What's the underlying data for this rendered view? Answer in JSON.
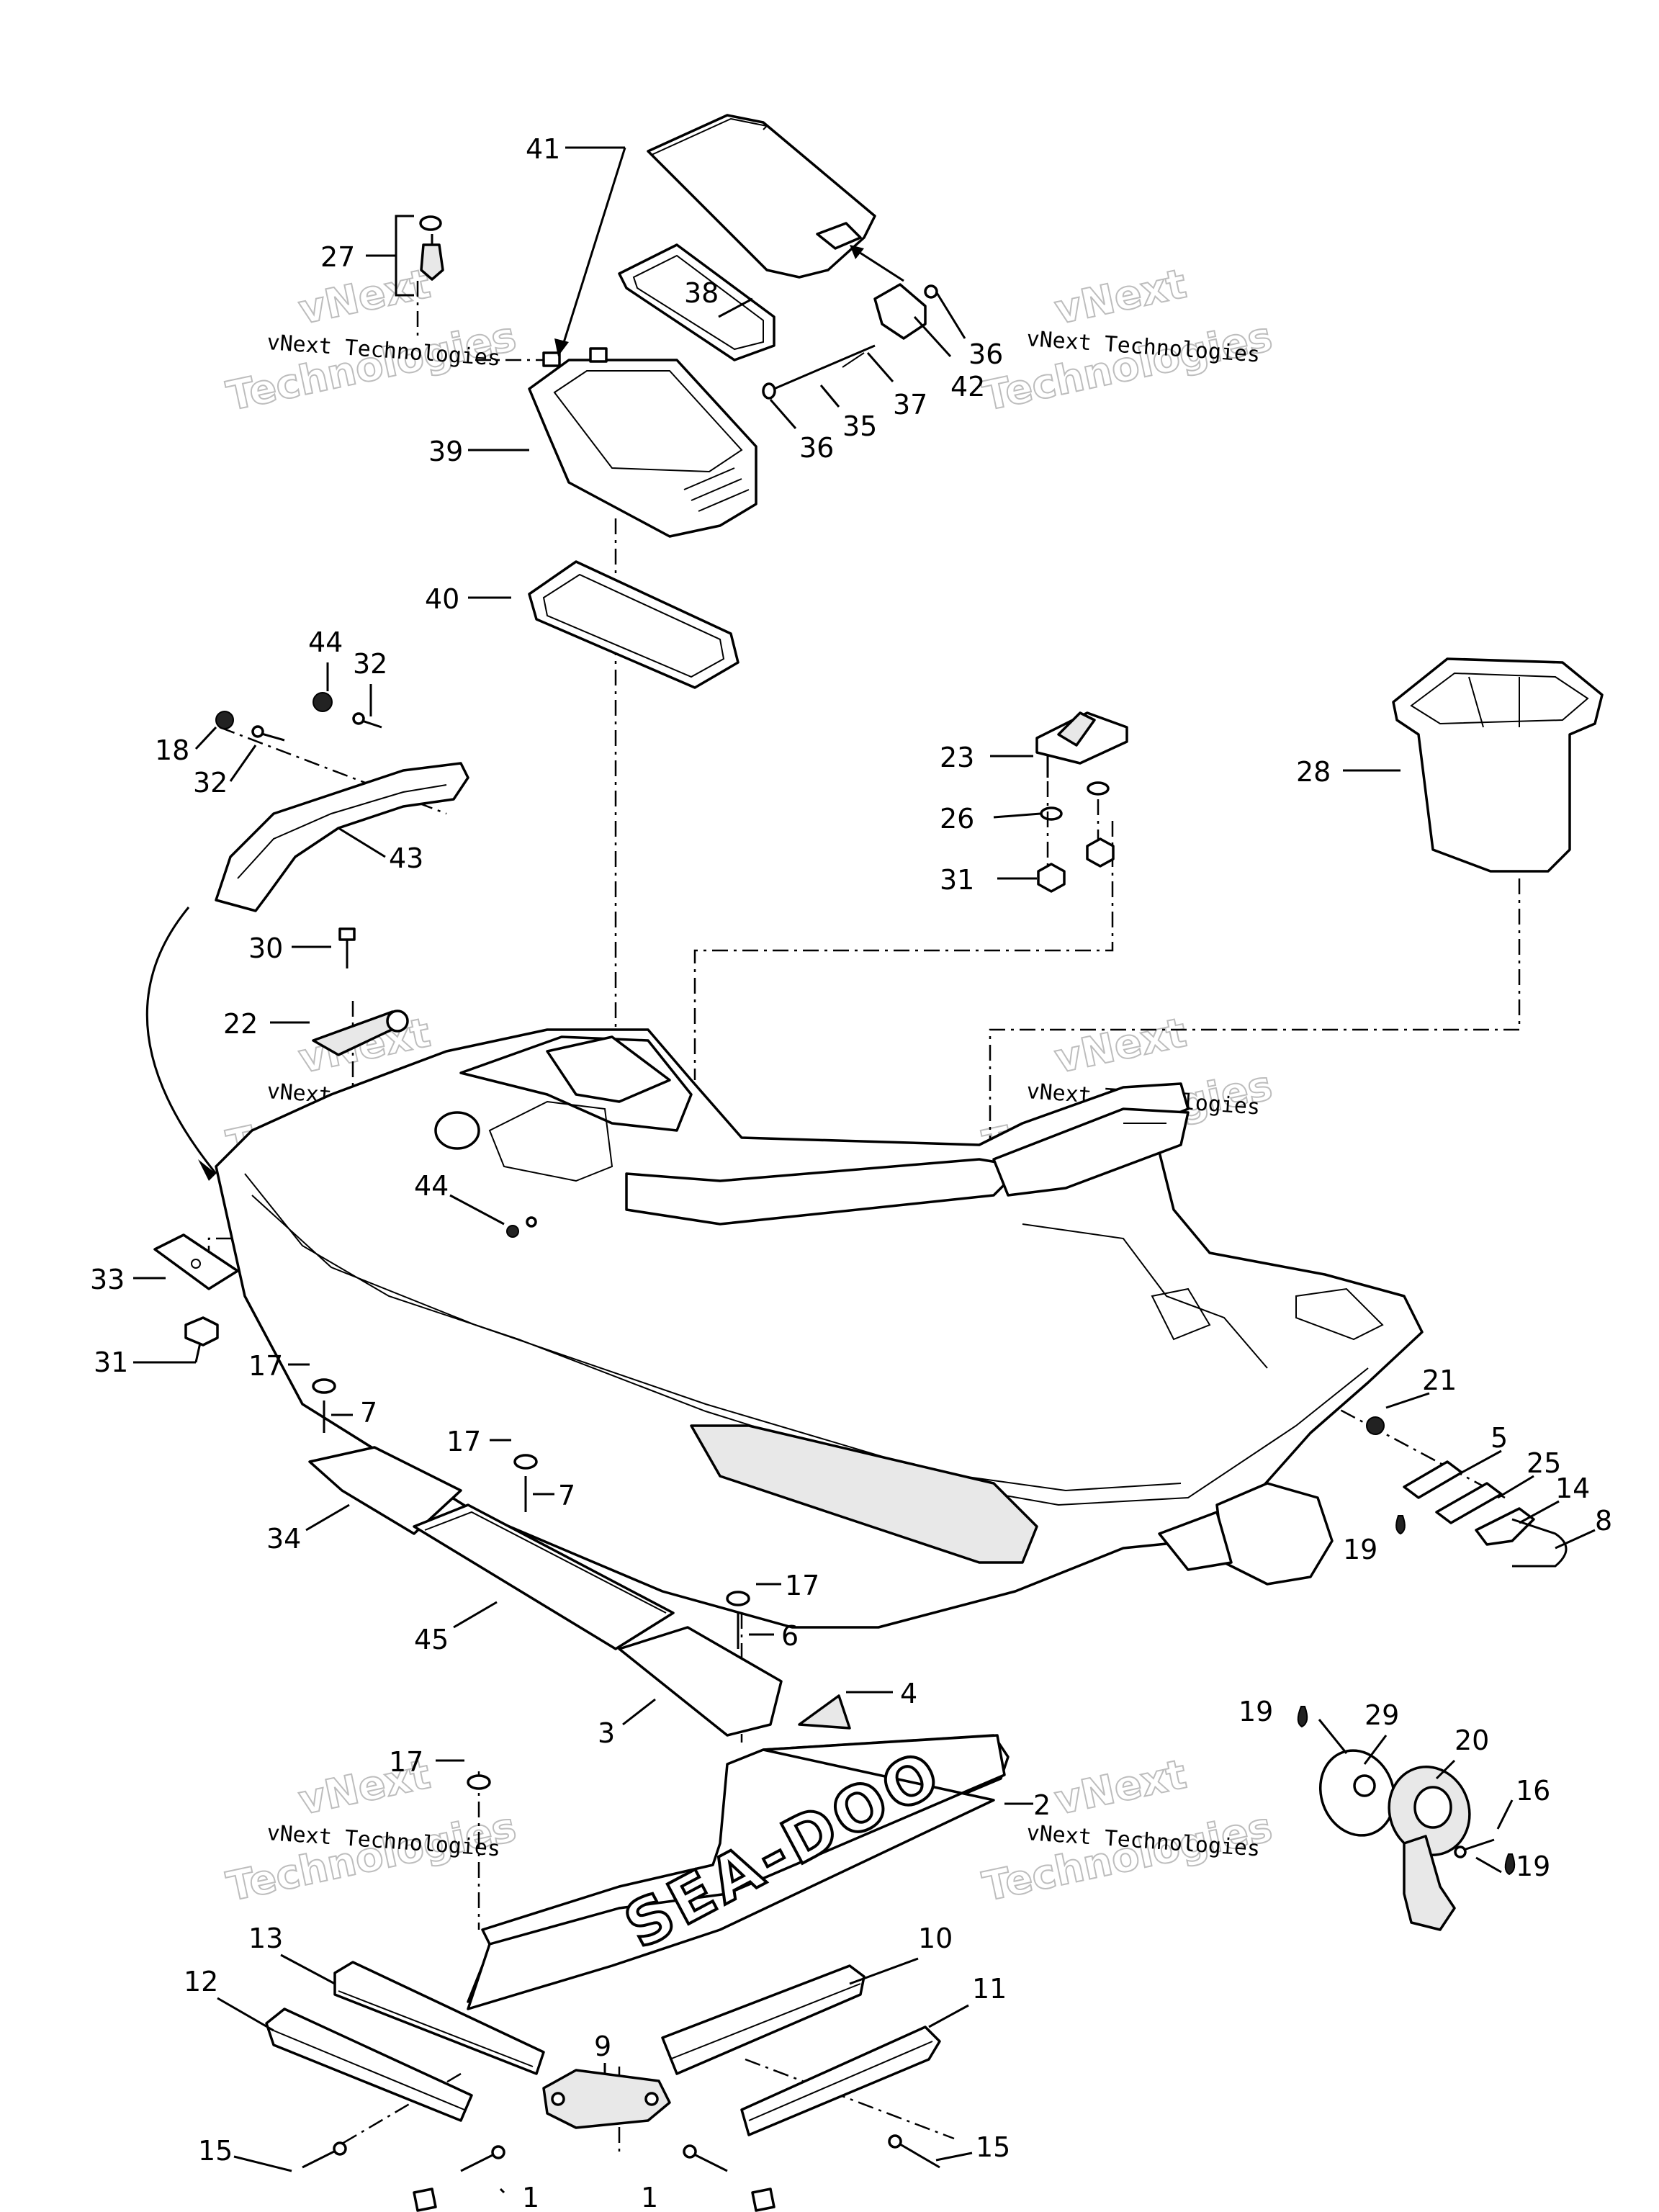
{
  "watermark": {
    "line1": "vNext Technologies",
    "line2_top": "vNext",
    "line2_bottom": "Technologies"
  },
  "logo_text": "SEA-DOO",
  "callouts": [
    {
      "id": "c41",
      "label": "41"
    },
    {
      "id": "c27",
      "label": "27"
    },
    {
      "id": "c38",
      "label": "38"
    },
    {
      "id": "c36a",
      "label": "36"
    },
    {
      "id": "c42",
      "label": "42"
    },
    {
      "id": "c37",
      "label": "37"
    },
    {
      "id": "c35",
      "label": "35"
    },
    {
      "id": "c36b",
      "label": "36"
    },
    {
      "id": "c39",
      "label": "39"
    },
    {
      "id": "c40",
      "label": "40"
    },
    {
      "id": "c44a",
      "label": "44"
    },
    {
      "id": "c32a",
      "label": "32"
    },
    {
      "id": "c18",
      "label": "18"
    },
    {
      "id": "c32b",
      "label": "32"
    },
    {
      "id": "c43",
      "label": "43"
    },
    {
      "id": "c23",
      "label": "23"
    },
    {
      "id": "c26",
      "label": "26"
    },
    {
      "id": "c31a",
      "label": "31"
    },
    {
      "id": "c28",
      "label": "28"
    },
    {
      "id": "c30",
      "label": "30"
    },
    {
      "id": "c22",
      "label": "22"
    },
    {
      "id": "c44b",
      "label": "44"
    },
    {
      "id": "c33",
      "label": "33"
    },
    {
      "id": "c31b",
      "label": "31"
    },
    {
      "id": "c17a",
      "label": "17"
    },
    {
      "id": "c7a",
      "label": "7"
    },
    {
      "id": "c17b",
      "label": "17"
    },
    {
      "id": "c7b",
      "label": "7"
    },
    {
      "id": "c34",
      "label": "34"
    },
    {
      "id": "c45",
      "label": "45"
    },
    {
      "id": "c17c",
      "label": "17"
    },
    {
      "id": "c6",
      "label": "6"
    },
    {
      "id": "c3",
      "label": "3"
    },
    {
      "id": "c4",
      "label": "4"
    },
    {
      "id": "c21",
      "label": "21"
    },
    {
      "id": "c5",
      "label": "5"
    },
    {
      "id": "c25",
      "label": "25"
    },
    {
      "id": "c14",
      "label": "14"
    },
    {
      "id": "c8",
      "label": "8"
    },
    {
      "id": "c19a",
      "label": "19"
    },
    {
      "id": "c17d",
      "label": "17"
    },
    {
      "id": "c2",
      "label": "2"
    },
    {
      "id": "c19b",
      "label": "19"
    },
    {
      "id": "c29",
      "label": "29"
    },
    {
      "id": "c20",
      "label": "20"
    },
    {
      "id": "c16",
      "label": "16"
    },
    {
      "id": "c19c",
      "label": "19"
    },
    {
      "id": "c13",
      "label": "13"
    },
    {
      "id": "c10",
      "label": "10"
    },
    {
      "id": "c12",
      "label": "12"
    },
    {
      "id": "c11",
      "label": "11"
    },
    {
      "id": "c9",
      "label": "9"
    },
    {
      "id": "c15a",
      "label": "15"
    },
    {
      "id": "c15b",
      "label": "15"
    },
    {
      "id": "c1a",
      "label": "1"
    },
    {
      "id": "c1b",
      "label": "1"
    }
  ]
}
